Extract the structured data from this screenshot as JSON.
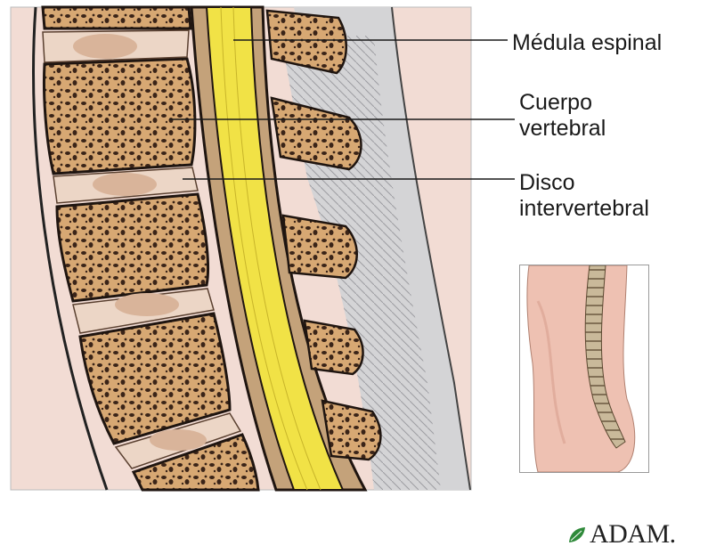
{
  "labels": {
    "spinal_cord": "Médula espinal",
    "vertebral_body_line1": "Cuerpo",
    "vertebral_body_line2": "vertebral",
    "disc_line1": "Disco",
    "disc_line2": "intervertebral"
  },
  "logo": {
    "text": "ADAM."
  },
  "colors": {
    "panel_bg": "#f2dcd4",
    "bone": "#d7a873",
    "bone_pores": "#3a2418",
    "disc": "#d9b49a",
    "spinal_cord": "#f1e246",
    "outline": "#1f1510",
    "muscle": "#c9c9cb",
    "skin": "#eec1b2"
  }
}
